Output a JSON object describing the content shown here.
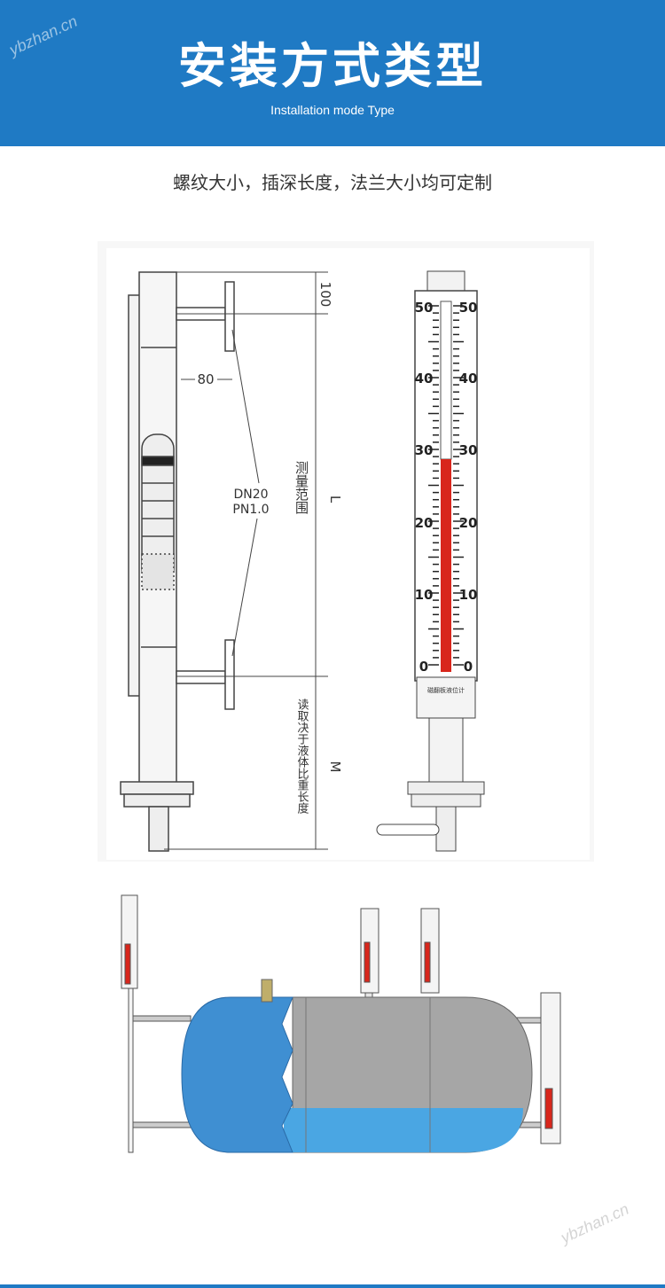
{
  "header": {
    "title": "安装方式类型",
    "subtitle": "Installation mode Type",
    "watermark": "ybzhan.cn",
    "background_color": "#1f7ac4"
  },
  "caption": "螺纹大小，插深长度，法兰大小均可定制",
  "diagram": {
    "dim_top": "100",
    "dim_offset": "80",
    "dim_L": "L",
    "dim_M": "M",
    "flange_line1": "DN20",
    "flange_line2": "PN1.0",
    "range_label": "测量范围",
    "depends_label": "读取决于液体比重长度",
    "scale_ticks": [
      "50",
      "40",
      "30",
      "20",
      "10",
      "0"
    ],
    "nameplate": "磁翻板液位计"
  },
  "colors": {
    "indicator_red": "#d8261c",
    "tank_blue": "#3f8fd2",
    "liquid_blue": "#4aa6e3",
    "tank_gray": "#a6a6a6"
  }
}
